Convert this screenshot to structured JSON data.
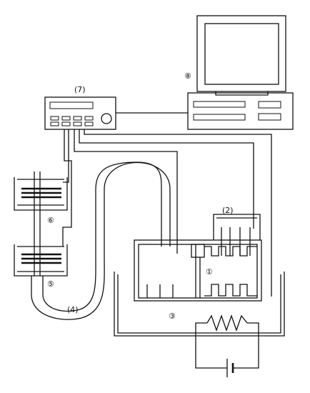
{
  "labels": {
    "cell": "①",
    "electrode_holder": "(2)",
    "bath": "③",
    "tubing": "(4)",
    "vessel_5": "⑤",
    "vessel_6": "⑥",
    "controller": "(7)",
    "computer": "⑧"
  }
}
